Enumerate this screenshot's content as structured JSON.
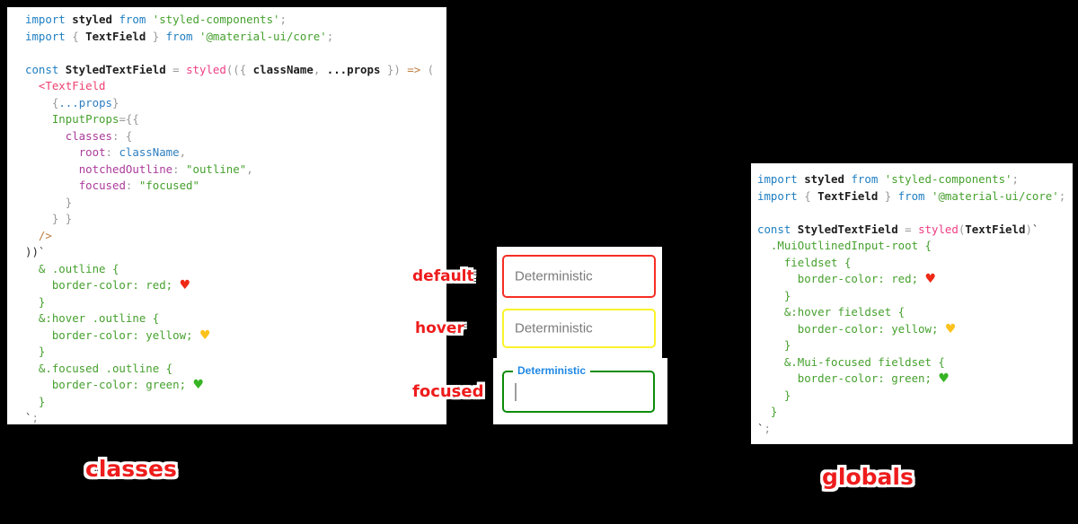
{
  "captions": {
    "left": "classes",
    "right": "globals"
  },
  "state_labels": [
    "default",
    "hover",
    "focused"
  ],
  "fields": [
    {
      "state": "default",
      "placeholder": "Deterministic",
      "border_color": "#f62e24"
    },
    {
      "state": "hover",
      "placeholder": "Deterministic",
      "border_color": "#faf32a"
    },
    {
      "state": "focused",
      "floating_label": "Deterministic",
      "border_color": "#0c8c0c",
      "cursor": true
    }
  ],
  "colors": {
    "c-k": "#1e7ec2",
    "c-i": "#1d1d1d",
    "c-p": "#999999",
    "c-f": "#ee3d82",
    "c-t": "#ef4071",
    "c-s": "#46a12e",
    "c-g": "#46a12e",
    "c-m": "#ab3b9a",
    "c-v": "#2e7fc1",
    "c-a": "#bd7c3e",
    "c-d": "#2a2a2a",
    "heart-red": "#ef2917",
    "heart-yellow": "#fcc21b",
    "heart-green": "#36b424",
    "label-red": "#ee1c1c",
    "field-red": "#f62e24",
    "field-yellow": "#faf32a",
    "field-green": "#0c8c0c",
    "label-blue": "#1e88e5",
    "placeholder": "#7b7b7b",
    "cursor": "#9e9e9e"
  },
  "code_blocks": {
    "classes": {
      "lines": [
        [
          [
            "k",
            "import "
          ],
          [
            "i",
            "styled"
          ],
          [
            "k",
            " from "
          ],
          [
            "s",
            "'styled-components'"
          ],
          [
            "p",
            ";"
          ]
        ],
        [
          [
            "k",
            "import "
          ],
          [
            "p",
            "{ "
          ],
          [
            "i",
            "TextField"
          ],
          [
            "p",
            " } "
          ],
          [
            "k",
            "from "
          ],
          [
            "s",
            "'@material-ui/core'"
          ],
          [
            "p",
            ";"
          ]
        ],
        [],
        [
          [
            "k",
            "const "
          ],
          [
            "i",
            "StyledTextField"
          ],
          [
            "p",
            " = "
          ],
          [
            "f",
            "styled"
          ],
          [
            "p",
            "(({ "
          ],
          [
            "i",
            "className"
          ],
          [
            "p",
            ", "
          ],
          [
            "i",
            "...props"
          ],
          [
            "p",
            " }) "
          ],
          [
            "a",
            "=> "
          ],
          [
            "p",
            "("
          ]
        ],
        [
          [
            "p",
            "  "
          ],
          [
            "t",
            "<TextField"
          ]
        ],
        [
          [
            "p",
            "    {"
          ],
          [
            "v",
            "...props"
          ],
          [
            "p",
            "}"
          ]
        ],
        [
          [
            "p",
            "    "
          ],
          [
            "g",
            "InputProps"
          ],
          [
            "p",
            "={{"
          ]
        ],
        [
          [
            "p",
            "      "
          ],
          [
            "m",
            "classes"
          ],
          [
            "p",
            ": {"
          ]
        ],
        [
          [
            "p",
            "        "
          ],
          [
            "m",
            "root"
          ],
          [
            "p",
            ": "
          ],
          [
            "v",
            "className"
          ],
          [
            "p",
            ","
          ]
        ],
        [
          [
            "p",
            "        "
          ],
          [
            "m",
            "notchedOutline"
          ],
          [
            "p",
            ": "
          ],
          [
            "s",
            "\"outline\""
          ],
          [
            "p",
            ","
          ]
        ],
        [
          [
            "p",
            "        "
          ],
          [
            "m",
            "focused"
          ],
          [
            "p",
            ": "
          ],
          [
            "s",
            "\"focused\""
          ]
        ],
        [
          [
            "p",
            "      }"
          ]
        ],
        [
          [
            "p",
            "    } }"
          ]
        ],
        [
          [
            "a",
            "  />"
          ]
        ],
        [
          [
            "d",
            "))`"
          ]
        ],
        [
          [
            "g",
            "  & .outline {"
          ]
        ],
        [
          [
            "g",
            "    border-color: red; "
          ],
          [
            "hr",
            "♥"
          ]
        ],
        [
          [
            "g",
            "  }"
          ]
        ],
        [
          [
            "g",
            "  &:hover .outline {"
          ]
        ],
        [
          [
            "g",
            "    border-color: yellow; "
          ],
          [
            "hy",
            "♥"
          ]
        ],
        [
          [
            "g",
            "  }"
          ]
        ],
        [
          [
            "g",
            "  &.focused .outline {"
          ]
        ],
        [
          [
            "g",
            "    border-color: green; "
          ],
          [
            "hg",
            "♥"
          ]
        ],
        [
          [
            "g",
            "  }"
          ]
        ],
        [
          [
            "d",
            "`"
          ],
          [
            "p",
            ";"
          ]
        ]
      ]
    },
    "globals": {
      "lines": [
        [
          [
            "k",
            "import "
          ],
          [
            "i",
            "styled"
          ],
          [
            "k",
            " from "
          ],
          [
            "s",
            "'styled-components'"
          ],
          [
            "p",
            ";"
          ]
        ],
        [
          [
            "k",
            "import "
          ],
          [
            "p",
            "{ "
          ],
          [
            "i",
            "TextField"
          ],
          [
            "p",
            " } "
          ],
          [
            "k",
            "from "
          ],
          [
            "s",
            "'@material-ui/core'"
          ],
          [
            "p",
            ";"
          ]
        ],
        [],
        [
          [
            "k",
            "const "
          ],
          [
            "i",
            "StyledTextField"
          ],
          [
            "p",
            " = "
          ],
          [
            "f",
            "styled"
          ],
          [
            "p",
            "("
          ],
          [
            "i",
            "TextField"
          ],
          [
            "p",
            ")"
          ],
          [
            "d",
            "`"
          ]
        ],
        [
          [
            "g",
            "  .MuiOutlinedInput-root {"
          ]
        ],
        [
          [
            "g",
            "    fieldset {"
          ]
        ],
        [
          [
            "g",
            "      border-color: red; "
          ],
          [
            "hr",
            "♥"
          ]
        ],
        [
          [
            "g",
            "    }"
          ]
        ],
        [
          [
            "g",
            "    &:hover fieldset {"
          ]
        ],
        [
          [
            "g",
            "      border-color: yellow; "
          ],
          [
            "hy",
            "♥"
          ]
        ],
        [
          [
            "g",
            "    }"
          ]
        ],
        [
          [
            "g",
            "    &.Mui-focused fieldset {"
          ]
        ],
        [
          [
            "g",
            "      border-color: green; "
          ],
          [
            "hg",
            "♥"
          ]
        ],
        [
          [
            "g",
            "    }"
          ]
        ],
        [
          [
            "g",
            "  }"
          ]
        ],
        [
          [
            "d",
            "`"
          ],
          [
            "p",
            ";"
          ]
        ]
      ]
    }
  }
}
